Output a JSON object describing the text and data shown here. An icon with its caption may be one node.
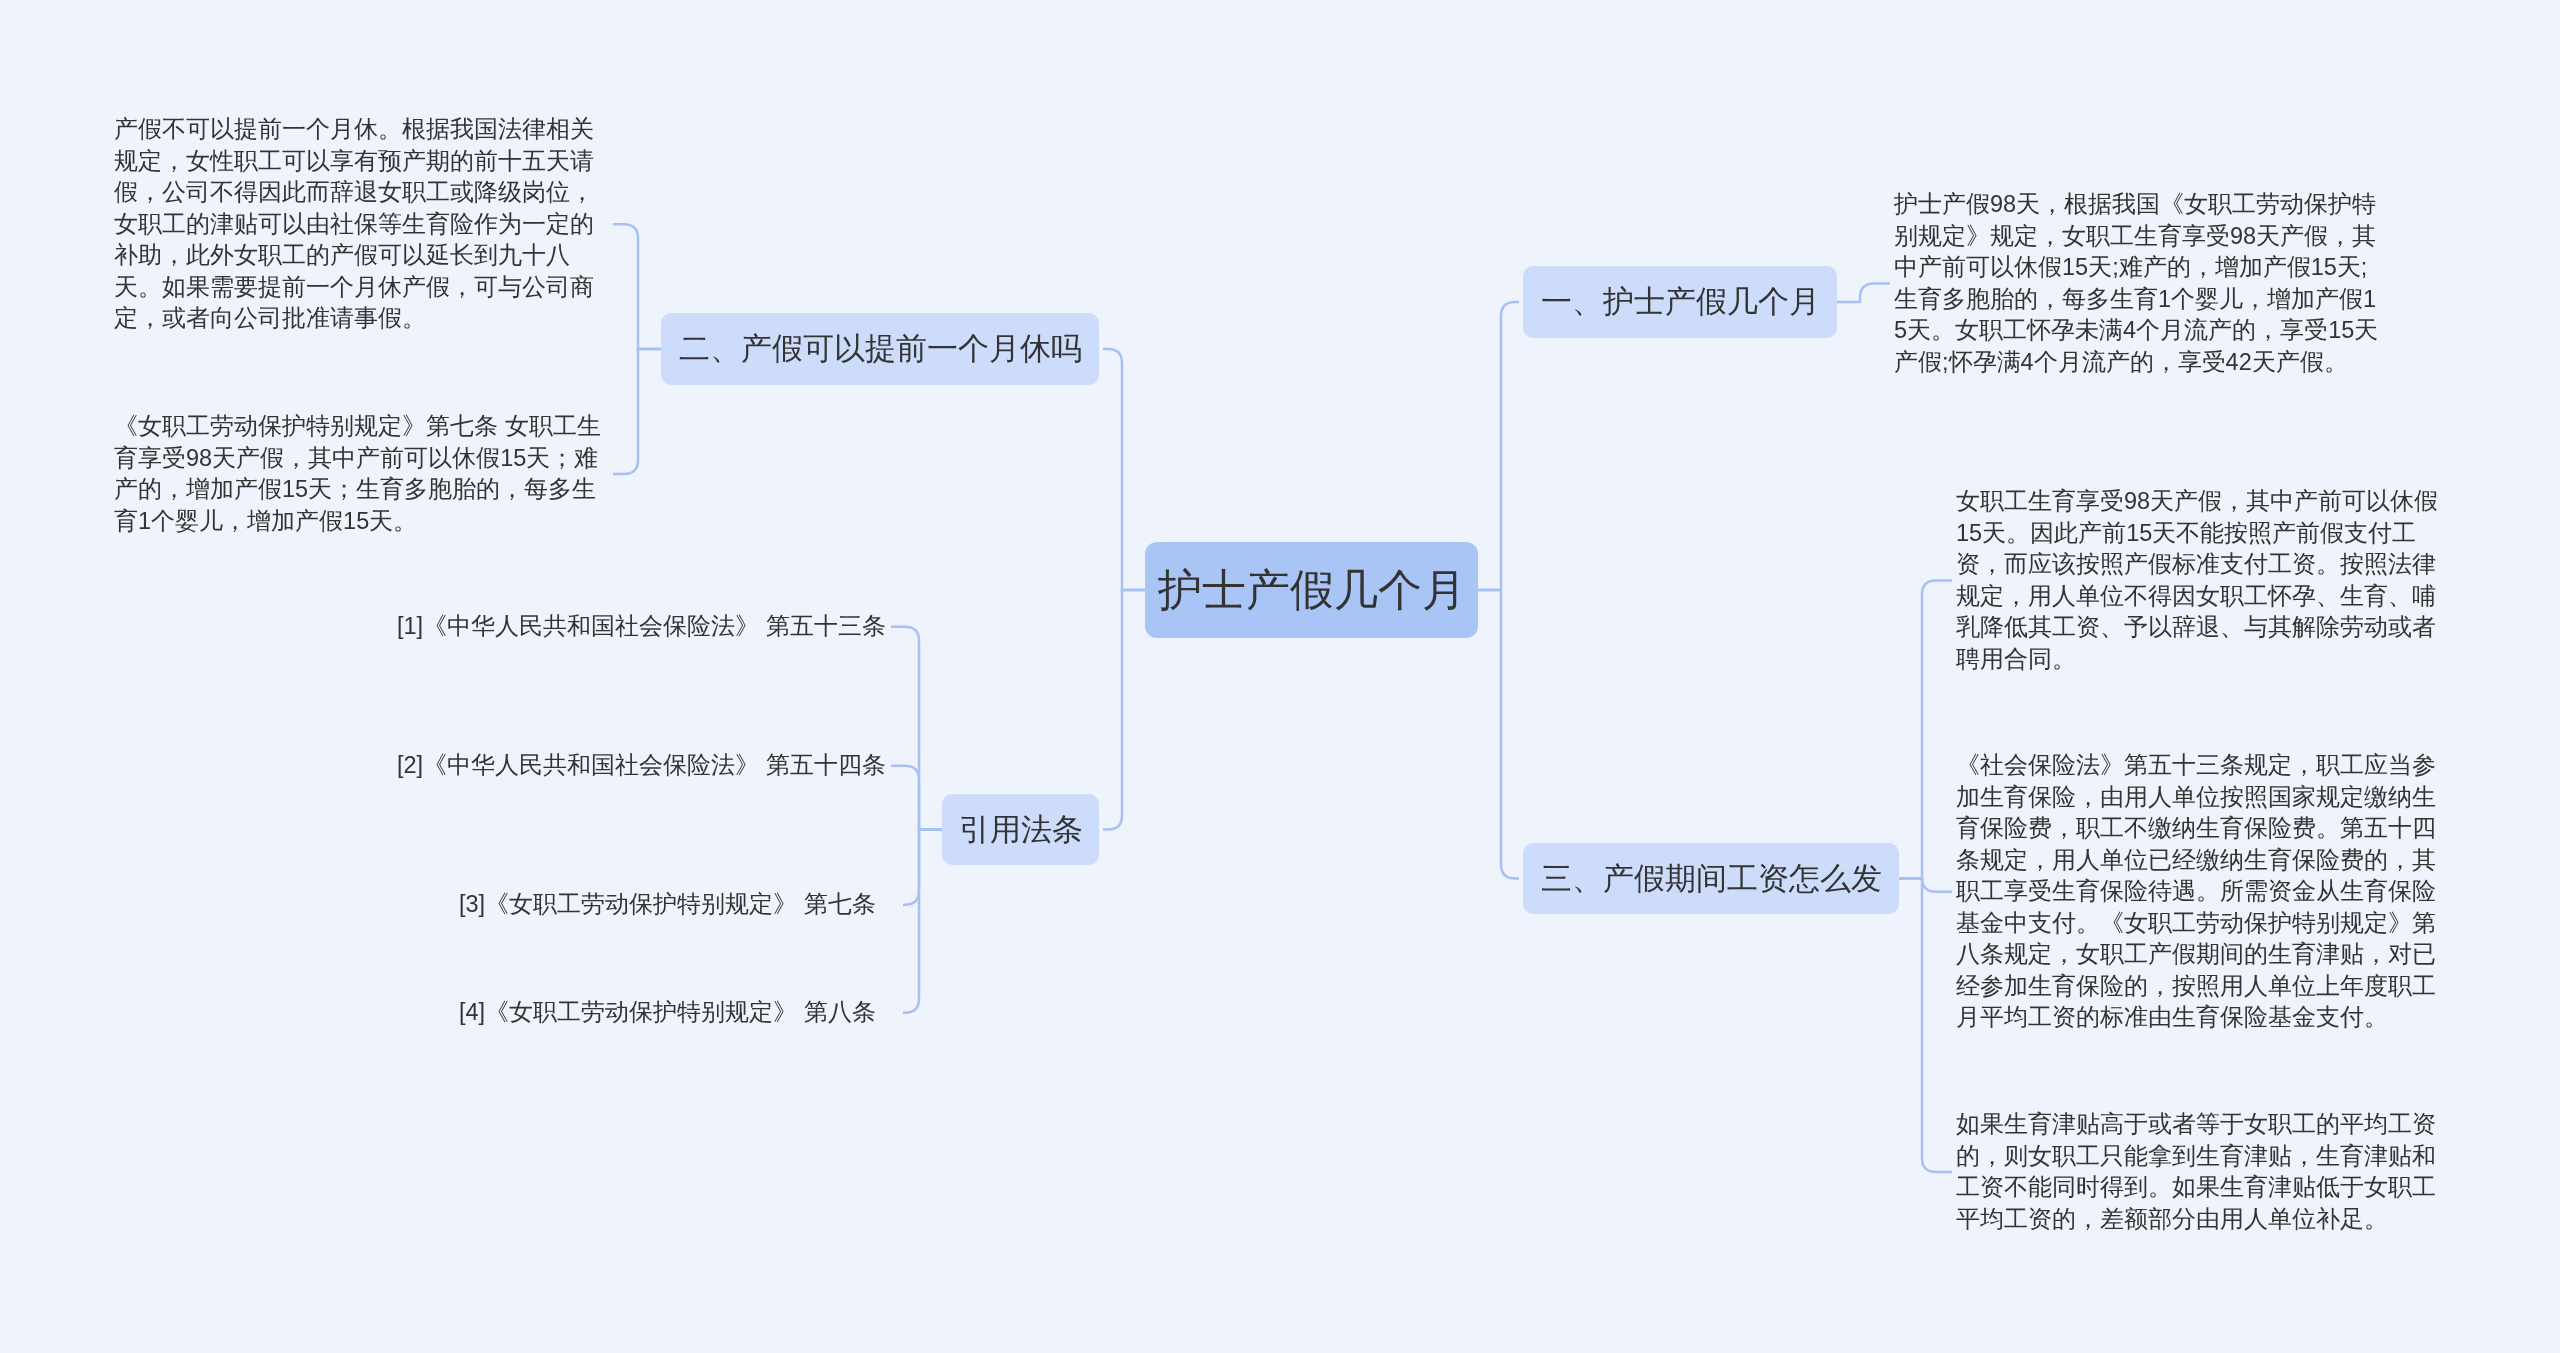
{
  "diagram": {
    "nodes": [
      {
        "text": [
          "护士产假几个月"
        ]
      },
      {
        "text": [
          "二、产假可以提前一个月休吗"
        ]
      },
      {
        "text": [
          "产假不可以提前一个月休。根据我国法律相关规定，女性职工可以享有预产期的前十五天请假，公司不得因此而辞退女职工或降级岗位，女职工的津贴可以由社保等生育险作为一定的补助，此外女职工的产假可以延长到九十八天。如果需要提前一个月休产假，可与公司商定，或者向公司批准请事假。"
        ]
      },
      {
        "text": [
          "《女职工劳动保护特别规定》第七条  女职工生育享受98天产假，其中产前可以休假15天；难产的，增加产假15天；生育多胞胎的，每多生育1个婴儿，增加产假15天。"
        ]
      },
      {
        "text": [
          "引用法条"
        ]
      },
      {
        "text": [
          "[1]《中华人民共和国社会保险法》 第五十三条"
        ]
      },
      {
        "text": [
          "[2]《中华人民共和国社会保险法》 第五十四条"
        ]
      },
      {
        "text": [
          "[3]《女职工劳动保护特别规定》 第七条"
        ]
      },
      {
        "text": [
          "[4]《女职工劳动保护特别规定》 第八条"
        ]
      },
      {
        "text": [
          "一、护士产假几个月"
        ]
      },
      {
        "text": [
          "护士产假98天，根据我国《女职工劳动保护特别规定》规定，女职工生育享受98天产假，其中产前可以休假15天;难产的，增加产假15天;生育多胞胎的，每多生育1个婴儿，增加产假15天。女职工怀孕未满4个月流产的，享受15天产假;怀孕满4个月流产的，享受42天产假。"
        ]
      },
      {
        "text": [
          "三、产假期间工资怎么发"
        ]
      },
      {
        "text": [
          "女职工生育享受98天产假，其中产前可以休假15天。因此产前15天不能按照产前假支付工资，而应该按照产假标准支付工资。按照法律规定，用人单位不得因女职工怀孕、生育、哺乳降低其工资、予以辞退、与其解除劳动或者聘用合同。"
        ]
      },
      {
        "text": [
          "《社会保险法》第五十三条规定，职工应当参加生育保险，由用人单位按照国家规定缴纳生育保险费，职工不缴纳生育保险费。第五十四条规定，用人单位已经缴纳生育保险费的，其职工享受生育保险待遇。所需资金从生育保险基金中支付。《女职工劳动保护特别规定》第八条规定，女职工产假期间的生育津贴，对已经参加生育保险的，按照用人单位上年度职工月平均工资的标准由生育保险基金支付。"
        ]
      },
      {
        "text": [
          "如果生育津贴高于或者等于女职工的平均工资的，则女职工只能拿到生育津贴，生育津贴和工资不能同时得到。如果生育津贴低于女职工平均工资的，差额部分由用人单位补足。"
        ]
      }
    ],
    "edges": [
      {
        "from": 0,
        "to": 1,
        "arrow": "none"
      },
      {
        "from": 1,
        "to": 2,
        "arrow": "none"
      },
      {
        "from": 1,
        "to": 3,
        "arrow": "none"
      },
      {
        "from": 0,
        "to": 4,
        "arrow": "none"
      },
      {
        "from": 4,
        "to": 5,
        "arrow": "none"
      },
      {
        "from": 4,
        "to": 6,
        "arrow": "none"
      },
      {
        "from": 4,
        "to": 7,
        "arrow": "none"
      },
      {
        "from": 4,
        "to": 8,
        "arrow": "none"
      },
      {
        "from": 0,
        "to": 9,
        "arrow": "none"
      },
      {
        "from": 9,
        "to": 10,
        "arrow": "none"
      },
      {
        "from": 0,
        "to": 11,
        "arrow": "none"
      },
      {
        "from": 11,
        "to": 12,
        "arrow": "none"
      },
      {
        "from": 11,
        "to": 13,
        "arrow": "none"
      },
      {
        "from": 11,
        "to": 14,
        "arrow": "none"
      }
    ]
  }
}
